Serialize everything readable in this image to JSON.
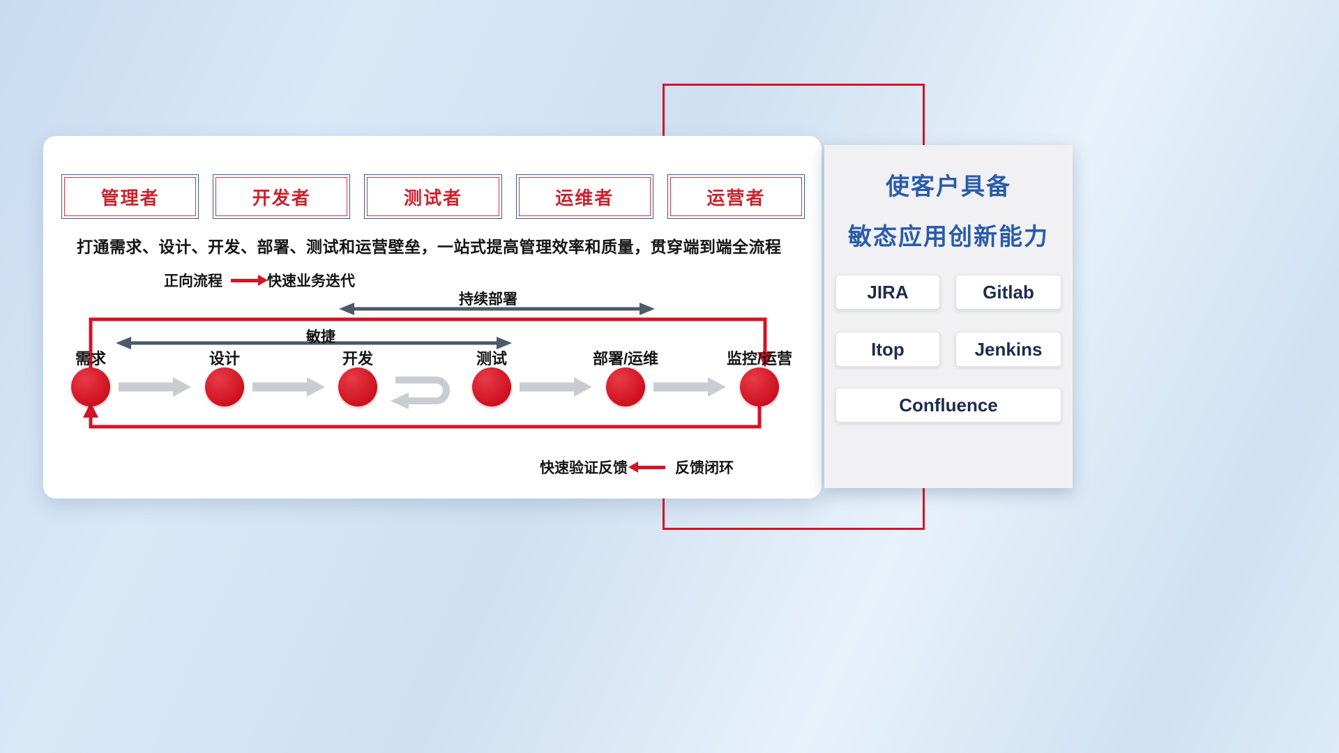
{
  "roles": [
    {
      "label": "管理者"
    },
    {
      "label": "开发者"
    },
    {
      "label": "测试者"
    },
    {
      "label": "运维者"
    },
    {
      "label": "运营者"
    }
  ],
  "description": "打通需求、设计、开发、部署、测试和运营壁垒，一站式提高管理效率和质量，贯穿端到端全流程",
  "legend_top": {
    "label": "正向流程",
    "value": "快速业务迭代"
  },
  "legend_bottom": {
    "label": "快速验证反馈",
    "value": "反馈闭环"
  },
  "flow": {
    "agile_label": "敏捷",
    "cd_label": "持续部署",
    "nodes": [
      {
        "label": "需求"
      },
      {
        "label": "设计"
      },
      {
        "label": "开发"
      },
      {
        "label": "测试"
      },
      {
        "label": "部署/运维"
      },
      {
        "label": "监控/运营"
      }
    ]
  },
  "right_panel": {
    "title_line1": "使客户具备",
    "title_line2": "敏态应用创新能力",
    "tools": [
      {
        "label": "JIRA"
      },
      {
        "label": "Gitlab"
      },
      {
        "label": "Itop"
      },
      {
        "label": "Jenkins"
      },
      {
        "label": "Confluence"
      }
    ]
  },
  "colors": {
    "accent_red": "#d41324",
    "title_blue": "#2a5caa",
    "dark_navy": "#1d2b4f",
    "dark_gray_arrow": "#4d5a68",
    "light_gray_arrow": "#c9cdd2"
  }
}
